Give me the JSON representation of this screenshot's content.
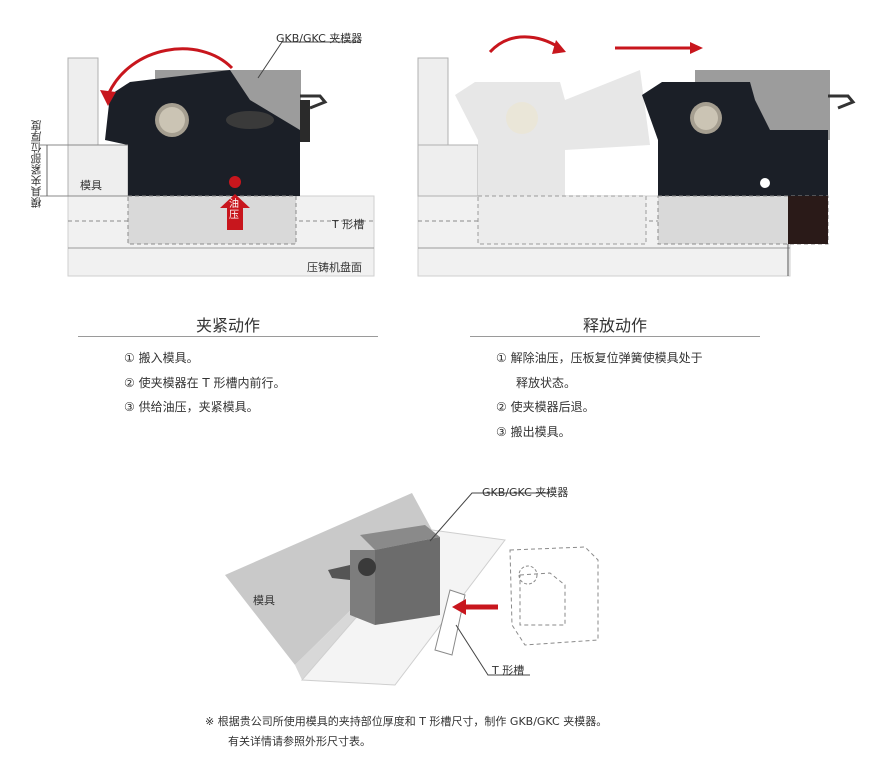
{
  "labels": {
    "clamp_unit": "GKB/GKC 夹模器",
    "mold": "模具",
    "t_slot": "T 形槽",
    "platen": "压铸机盘面",
    "mold_clamp_thickness": "模具夹紧部位厚度",
    "oil_pressure": "油压"
  },
  "clamp_action": {
    "title": "夹紧动作",
    "steps": [
      "① 搬入模具。",
      "② 使夹模器在 T 形槽内前行。",
      "③ 供给油压，夹紧模具。"
    ]
  },
  "release_action": {
    "title": "释放动作",
    "steps": [
      "① 解除油压，压板复位弹簧使模具处于",
      "释放状态。",
      "② 使夹模器后退。",
      "③ 搬出模具。"
    ]
  },
  "iso_labels": {
    "clamp_unit": "GKB/GKC 夹模器",
    "mold": "模具",
    "t_slot": "T 形槽"
  },
  "footnote": {
    "line1": "※  根据贵公司所使用模具的夹持部位厚度和 T 形槽尺寸，制作 GKB/GKC 夹模器。",
    "line2": "有关详情请参照外形尺寸表。"
  },
  "colors": {
    "accent_red": "#c8161d",
    "dark_unit": "#1a1a1a",
    "grey_fill": "#d9d9d9"
  }
}
